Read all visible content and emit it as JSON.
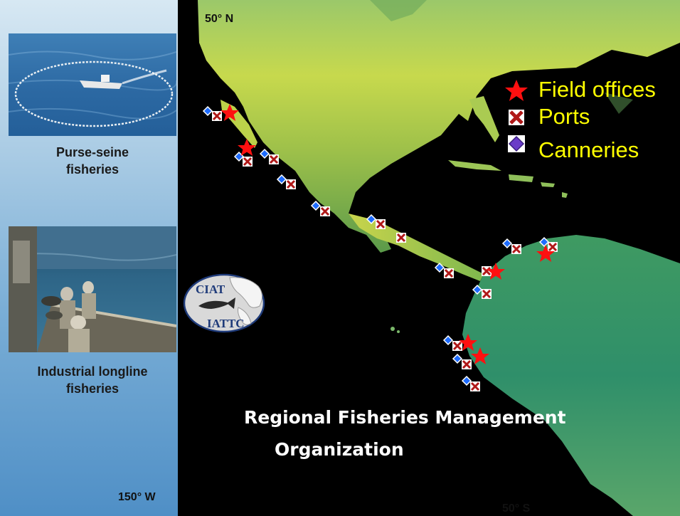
{
  "map": {
    "labels": {
      "north": "50° N",
      "west": "150° W",
      "south": "50° S"
    },
    "legend": {
      "field_offices": "Field offices",
      "ports": "Ports",
      "canneries": "Canneries"
    },
    "title_line1": "Regional Fisheries Management",
    "title_line2": "Organization",
    "marker_colors": {
      "field_office": "#ff1010",
      "port": "#b01818",
      "cannery": "#1e6cff"
    }
  },
  "photos": {
    "purse_caption": "Purse-seine\nfisheries",
    "longline_caption": "Industrial longline\nfisheries"
  },
  "logo": {
    "top_text": "CIAT",
    "bottom_text": "IATTC"
  }
}
